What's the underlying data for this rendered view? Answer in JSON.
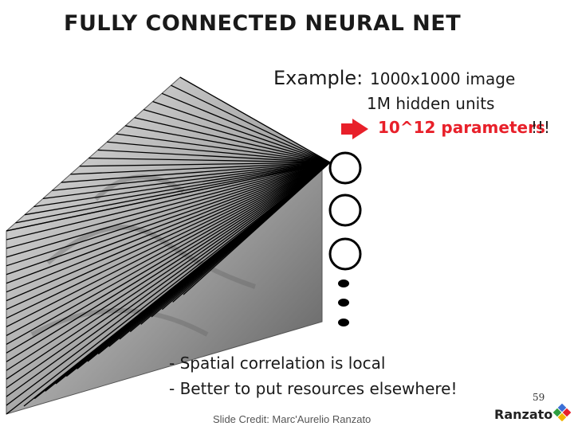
{
  "slide": {
    "title": "FULLY CONNECTED NEURAL NET",
    "example": {
      "label": "Example:",
      "line1": "1000x1000 image",
      "line2": "1M hidden units",
      "line3": "10^12 parameters",
      "line3_suffix": "!!!"
    },
    "bullets": [
      "- Spatial correlation is local",
      "- Better to put resources elsewhere!"
    ],
    "page_number": "59",
    "credit": "Slide Credit: Marc'Aurelio Ranzato",
    "brand": "Ranzato"
  },
  "colors": {
    "accent_red": "#e8202a",
    "arrow_red": "#e8202a",
    "text": "#1a1a1a"
  },
  "icons": [
    "red-arrow-icon",
    "logo-icon"
  ]
}
